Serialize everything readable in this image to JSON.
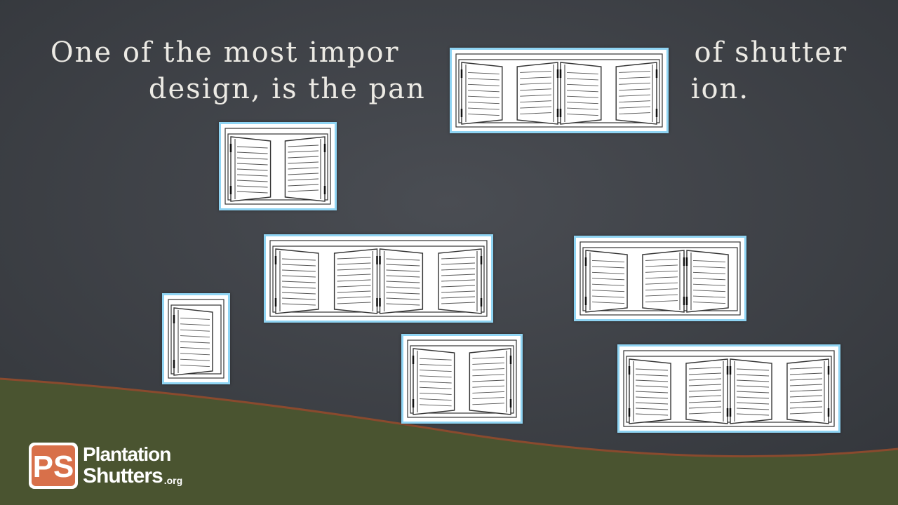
{
  "headline": {
    "line1": "One of the most impor          of shutter",
    "line2": "design, is the pan         ion."
  },
  "logo": {
    "mark": "PS",
    "word1": "Plantation",
    "word2": "Shutters",
    "suffix": ".org"
  },
  "colors": {
    "chalkboard": "#3f4248",
    "ground": "#4a5430",
    "ground_edge": "#8a4a2e",
    "card_border": "#8fd4f3",
    "logo_mark": "#d8704a",
    "text": "#eceae4"
  },
  "illustrations": [
    {
      "name": "shutter-config-4-panel-top",
      "panels": 4
    },
    {
      "name": "shutter-config-2-panel",
      "panels": 2
    },
    {
      "name": "shutter-config-4-panel-wide",
      "panels": 4
    },
    {
      "name": "shutter-config-3-panel",
      "panels": 3
    },
    {
      "name": "shutter-config-1-panel",
      "panels": 1
    },
    {
      "name": "shutter-config-2-panel-bifold",
      "panels": 2
    },
    {
      "name": "shutter-config-4-panel-bifold",
      "panels": 4
    }
  ]
}
